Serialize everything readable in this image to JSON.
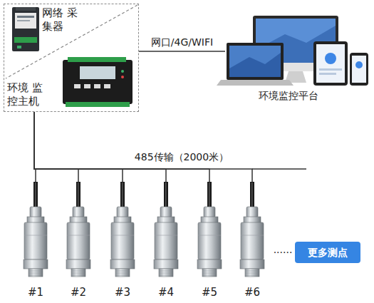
{
  "diagram": {
    "nodes": [
      {
        "text": [
          "网络 采集器",
          "环境 监控主机"
        ]
      },
      {
        "text": [
          "环境监控平台"
        ]
      },
      {
        "text": [
          "#1"
        ]
      },
      {
        "text": [
          "#2"
        ]
      },
      {
        "text": [
          "#3"
        ]
      },
      {
        "text": [
          "#4"
        ]
      },
      {
        "text": [
          "#5"
        ]
      },
      {
        "text": [
          "#6"
        ]
      },
      {
        "text": [
          "更多测点"
        ]
      }
    ],
    "edges": [
      {
        "from": 0,
        "to": 1,
        "arrow": "none",
        "label": "网口/4G/WIFI"
      },
      {
        "from": 0,
        "to": 2,
        "arrow": "none"
      },
      {
        "from": 0,
        "to": 3,
        "arrow": "none"
      },
      {
        "from": 0,
        "to": 4,
        "arrow": "none"
      },
      {
        "from": 0,
        "to": 5,
        "arrow": "none"
      },
      {
        "from": 0,
        "to": 6,
        "arrow": "none"
      },
      {
        "from": 0,
        "to": 7,
        "arrow": "none"
      }
    ],
    "labels": [
      "485传输（2000米）",
      "......"
    ]
  }
}
